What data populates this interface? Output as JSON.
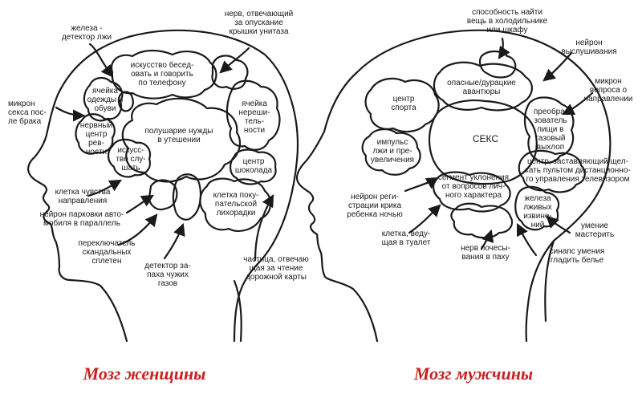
{
  "colors": {
    "ink": "#1a1a1a",
    "caption": "#cc1f1f",
    "background": "#ffffff"
  },
  "female": {
    "caption": "Мозг женщины",
    "labels": {
      "lie_gland": "железа -\nдетектор лжи",
      "toilet_nerve": "нерв, отвечающий\nза опускание\nкрышки унитаза",
      "talk_phone": "искусство бесед-\nовать и говорить\nпо телефону",
      "sex_micron": "микрон\nсекса пос-\nле брака",
      "clothes_cell": "ячейка\nодежды и\nобуви",
      "jealousy": "нервный\nцентр рев-\nности",
      "comfort": "полушарие нужды\nв утешении",
      "indecision": "ячейка\nнереши-\nтель-\nности",
      "listen_art": "искусс-\nтво слу-\nшать",
      "chocolate": "центр\nшоколада",
      "direction_cell": "клетка чувства\nнаправления",
      "parallel_park": "нейрон парковки авто-\nмобиля в параллель",
      "shopping": "клетка поку-\nпательской\nлихорадки",
      "gossip": "переключатель\nскандальных\nсплетен",
      "map_particle": "частица, отвечаю\nщая за чтение\nдорожной карты",
      "smell_detector": "детектор за-\nпаха чужих\nгазов"
    }
  },
  "male": {
    "caption": "Мозг мужчины",
    "labels": {
      "fridge": "способность найти\nвещь в холодильнике\nили шкафу",
      "listen_neuron": "нейрон\nвыслушивания",
      "sport": "центр\nспорта",
      "adventures": "опасные/дурацкие\nавантюры",
      "direction_micron": "микрон\nвопроса о\nнаправлении",
      "sex": "СЕКС",
      "gas_convert": "преобра-\nзователь\nпищи в\nгазовый\nвыхлоп",
      "lie_impulse": "импульс\nлжи и пре-\nувеличения",
      "remote": "центр, заставляющий щел-\nкать пультом дистанционно-\nго управления телевизором",
      "personal_q": "сегмент уклонения\nот вопросов лич-\nного характера",
      "baby_cry": "нейрон реги-\nстрации крика\nребенка ночью",
      "lying_gland": "железа\nлживых\nизвине-\nний",
      "skill_craft": "умение\nмастерить",
      "toilet_cell": "клетка, веду-\nщая в туалет",
      "scratch_nerve": "нерв почесы-\nвания в паху",
      "iron_synapse": "синапс умения\nгладить белье"
    }
  }
}
